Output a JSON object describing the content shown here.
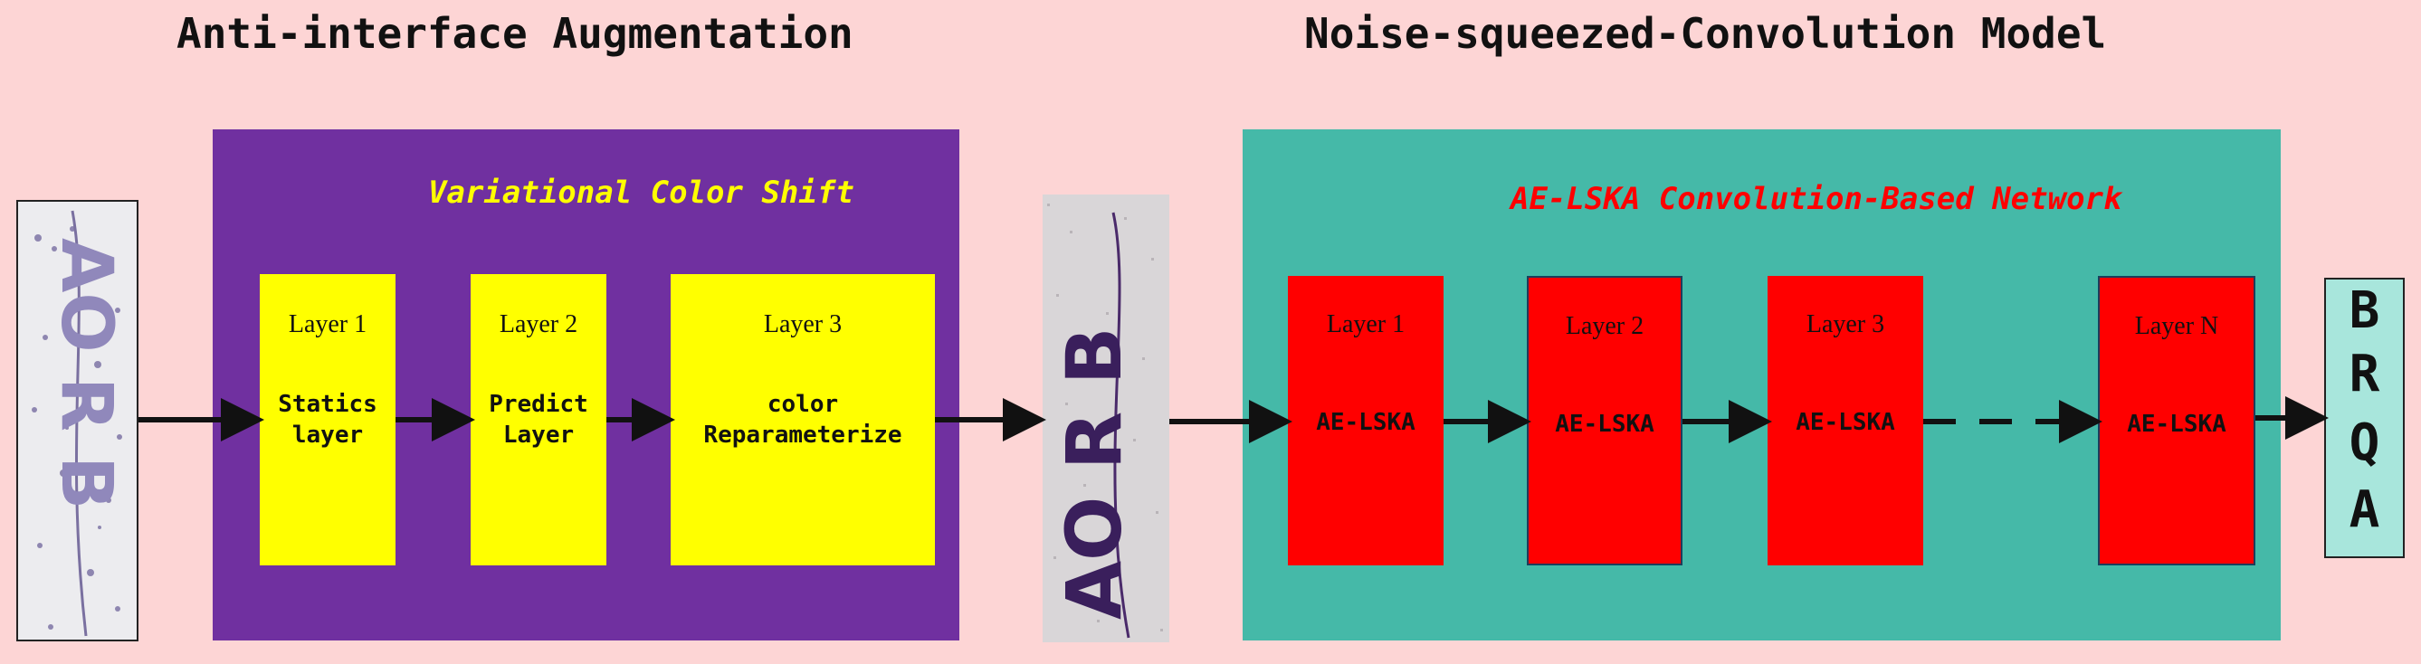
{
  "headings": {
    "left": "Anti-interface Augmentation",
    "right": "Noise-squeezed-Convolution Model"
  },
  "augmentation_panel": {
    "title": "Variational Color Shift",
    "layers": [
      {
        "num": "Layer 1",
        "name": "Statics\nlayer"
      },
      {
        "num": "Layer 2",
        "name": "Predict\nLayer"
      },
      {
        "num": "Layer 3",
        "name": "color\nReparameterize"
      }
    ]
  },
  "network_panel": {
    "title": "AE-LSKA Convolution-Based Network",
    "layers": [
      {
        "num": "Layer 1",
        "name": "AE-LSKA"
      },
      {
        "num": "Layer 2",
        "name": "AE-LSKA"
      },
      {
        "num": "Layer 3",
        "name": "AE-LSKA"
      },
      {
        "num": "Layer N",
        "name": "AE-LSKA"
      }
    ]
  },
  "input_image": {
    "text": "AO R B"
  },
  "augmented_image": {
    "text": "AO R B"
  },
  "output": {
    "letters": [
      "B",
      "R",
      "Q",
      "A"
    ]
  },
  "colors": {
    "background": "#fdd5d5",
    "purple_panel": "#7030a0",
    "teal_panel": "#45b9a8",
    "yellow_box": "#ffff00",
    "red_box": "#ff0000",
    "aug_title": "#ffff00",
    "net_title": "#ff0000",
    "output_bg": "#a8e6dc"
  }
}
